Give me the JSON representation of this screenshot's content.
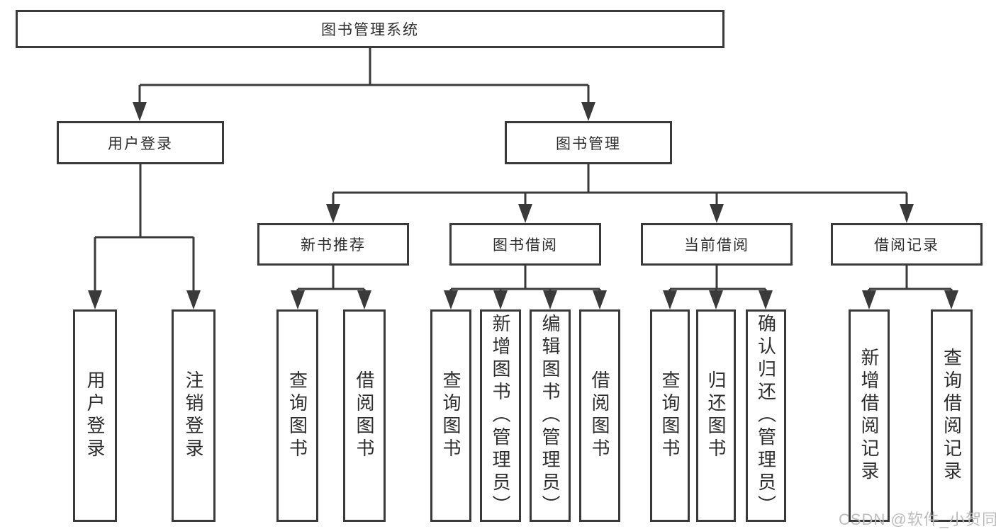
{
  "diagram": {
    "nodes": {
      "root": "图书管理系统",
      "user_login": "用户登录",
      "book_mgmt": "图书管理",
      "new_books": "新书推荐",
      "book_borrow": "图书借阅",
      "current_borrow": "当前借阅",
      "borrow_records": "借阅记录",
      "ul_user_login": "用户登录",
      "ul_logout": "注销登录",
      "nb_query_books": "查询图书",
      "nb_borrow_books": "借阅图书",
      "bb_query_books": "查询图书",
      "bb_add_books": "新增图书（管理员）",
      "bb_edit_books": "编辑图书（管理员）",
      "bb_borrow_books": "借阅图书",
      "cb_query_books": "查询图书",
      "cb_return_books": "归还图书",
      "cb_confirm_return": "确认归还（管理员）",
      "br_add_record": "新增借阅记录",
      "br_query_record": "查询借阅记录"
    },
    "colors": {
      "line": "#3a3a3a",
      "text": "#2d2d2d",
      "watermark": "#b9b9b9"
    }
  },
  "watermark": "CSDN @软件_小贺同学"
}
